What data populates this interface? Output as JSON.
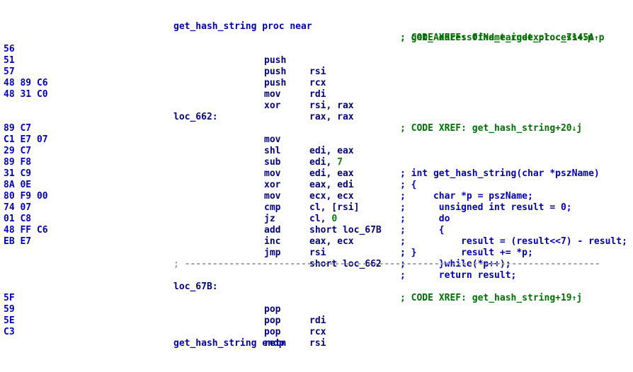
{
  "listing": {
    "proc_header": {
      "text": "get_hash_string proc near",
      "xref1": "; CODE XREF: find_target_process+5A",
      "xref1_arrow": "↑",
      "xref1_suffix": "p",
      "xref2": "; get_AddressOfName_index:loc_714",
      "xref2_arrow": "↓",
      "xref2_suffix": "p"
    },
    "block1": [
      {
        "bytes": "56",
        "mnem": "push",
        "ops": "rsi"
      },
      {
        "bytes": "51",
        "mnem": "push",
        "ops": "rcx"
      },
      {
        "bytes": "57",
        "mnem": "push",
        "ops": "rdi"
      },
      {
        "bytes": "48 89 C6",
        "mnem": "mov",
        "ops": "rsi, rax"
      },
      {
        "bytes": "48 31 C0",
        "mnem": "xor",
        "ops": "rax, rax"
      }
    ],
    "loc_662": {
      "label": "loc_662:",
      "xref": "; CODE XREF: get_hash_string+20",
      "xref_arrow": "↓",
      "xref_suffix": "j"
    },
    "block2": [
      {
        "bytes": "89 C7",
        "mnem": "mov",
        "ops": "edi, eax",
        "cmt": ""
      },
      {
        "bytes": "C1 E7 07",
        "mnem": "shl",
        "ops_pre": "edi, ",
        "imm": "7",
        "cmt": "; int get_hash_string(char *pszName)"
      },
      {
        "bytes": "29 C7",
        "mnem": "sub",
        "ops": "edi, eax",
        "cmt": "; {"
      },
      {
        "bytes": "89 F8",
        "mnem": "mov",
        "ops": "eax, edi",
        "cmt": ";     char *p = pszName;"
      },
      {
        "bytes": "31 C9",
        "mnem": "xor",
        "ops": "ecx, ecx",
        "cmt": ";      unsigned int result = 0;"
      },
      {
        "bytes": "8A 0E",
        "mnem": "mov",
        "ops": "cl, [rsi]",
        "cmt": ";      do"
      },
      {
        "bytes": "80 F9 00",
        "mnem": "cmp",
        "ops_pre": "cl, ",
        "imm": "0",
        "cmt": ";      {"
      },
      {
        "bytes": "74 07",
        "mnem": "jz",
        "ops": "short loc_67B",
        "cmt": ";          result = (result<<7) - result;"
      },
      {
        "bytes": "01 C8",
        "mnem": "add",
        "ops": "eax, ecx",
        "cmt": ";          result += *p;"
      },
      {
        "bytes": "48 FF C6",
        "mnem": "inc",
        "ops": "rsi",
        "cmt": ";      }while(*p++);"
      },
      {
        "bytes": "EB E7",
        "mnem": "jmp",
        "ops": "short loc_662",
        "cmt": ";      return result;"
      }
    ],
    "closing_brace_cmt": "; }",
    "separator": "; ---------------------------------------------------------------------------",
    "loc_67B": {
      "label": "loc_67B:",
      "xref": "; CODE XREF: get_hash_string+19",
      "xref_arrow": "↑",
      "xref_suffix": "j"
    },
    "block3": [
      {
        "bytes": "5F",
        "mnem": "pop",
        "ops": "rdi"
      },
      {
        "bytes": "59",
        "mnem": "pop",
        "ops": "rcx"
      },
      {
        "bytes": "5E",
        "mnem": "pop",
        "ops": "rsi"
      },
      {
        "bytes": "C3",
        "mnem": "retn",
        "ops": ""
      }
    ],
    "proc_footer": "get_hash_string endp"
  },
  "colors": {
    "bytes": "#0000b8",
    "instruction": "#000080",
    "immediate": "#008000",
    "xref_comment": "#007000",
    "user_comment": "#0000b0",
    "separator": "#a0a0a0",
    "background": "#ffffff"
  }
}
